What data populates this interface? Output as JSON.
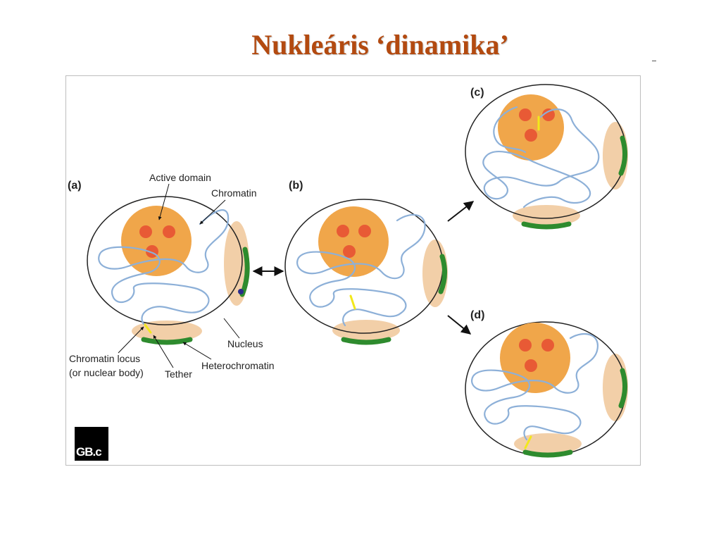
{
  "slide": {
    "title": "Nukleáris ‘dinamika’"
  },
  "colors": {
    "title": "#b34a10",
    "active_domain": "#f0a64a",
    "nucleolus_dot": "#e85a35",
    "chromatin": "#8db0d8",
    "heterochromatin": "#2e8b2e",
    "peripheral_zone": "#f2cfa8",
    "tether": "#f2e81b",
    "nuclear_body": "#2b2b8a",
    "nucleus_outline": "#222222"
  },
  "diagram": {
    "panels": [
      {
        "id": "a",
        "label": "(a)"
      },
      {
        "id": "b",
        "label": "(b)"
      },
      {
        "id": "c",
        "label": "(c)"
      },
      {
        "id": "d",
        "label": "(d)"
      }
    ],
    "labels": {
      "active_domain": "Active domain",
      "chromatin": "Chromatin",
      "nucleus": "Nucleus",
      "chromatin_locus_line1": "Chromatin locus",
      "chromatin_locus_line2": "(or nuclear body)",
      "tether": "Tether",
      "heterochromatin": "Heterochromatin"
    },
    "icons": [
      "double-arrow-icon",
      "arrow-up-right-icon",
      "arrow-down-right-icon"
    ]
  },
  "logo": {
    "text": "GB.c"
  }
}
